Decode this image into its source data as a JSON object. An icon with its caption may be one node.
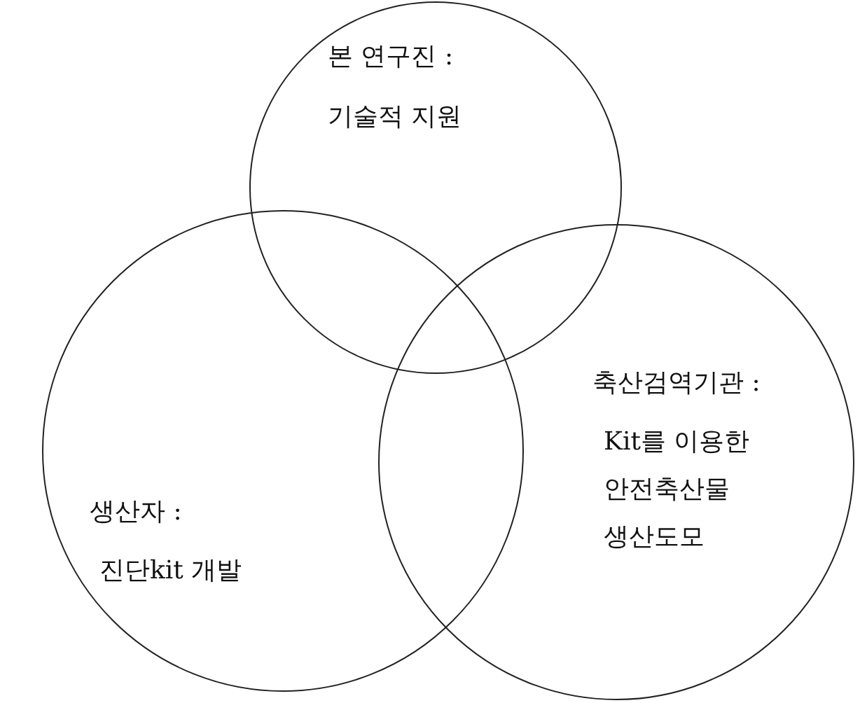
{
  "diagram": {
    "nodes": [
      {
        "text": [
          "본 연구진 :",
          "기술적 지원"
        ]
      },
      {
        "text": [
          "생산자 :",
          "진단kit 개발"
        ]
      },
      {
        "text": [
          "축산검역기관 :",
          "Kit를 이용한 안전축산물 생산도모"
        ]
      }
    ]
  }
}
